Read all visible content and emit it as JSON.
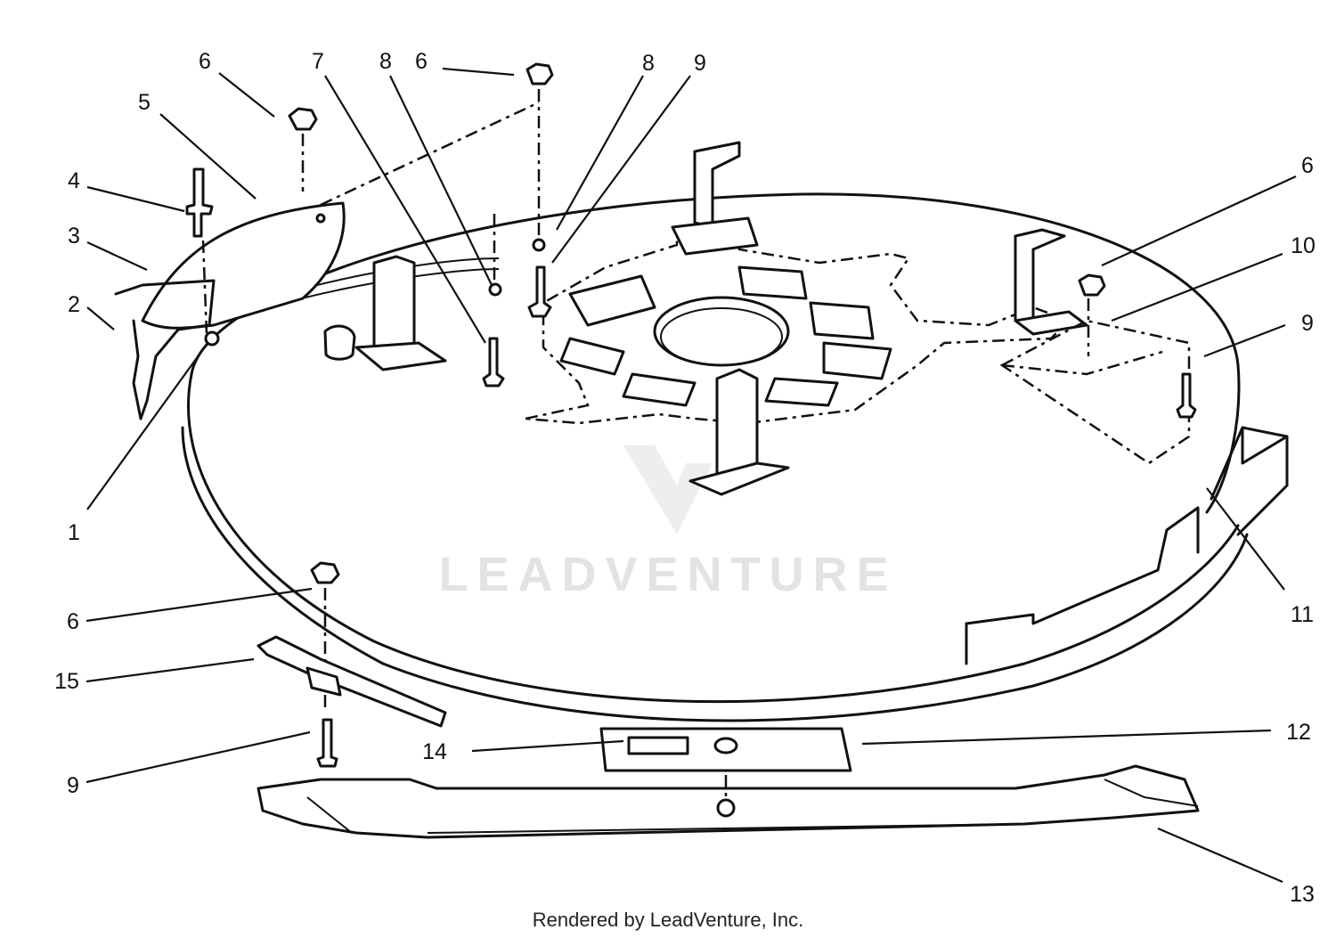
{
  "diagram": {
    "labels": {
      "l1": "1",
      "l2": "2",
      "l3": "3",
      "l4": "4",
      "l5": "5",
      "l6a": "6",
      "l7": "7",
      "l8a": "8",
      "l6b": "6",
      "l8b": "8",
      "l9a": "9",
      "l6c": "6",
      "l10": "10",
      "l9b": "9",
      "l11": "11",
      "l6d": "6",
      "l15": "15",
      "l9c": "9",
      "l14": "14",
      "l12": "12",
      "l13": "13"
    },
    "watermark": "LEADVENTURE",
    "footer": "Rendered by LeadVenture, Inc.",
    "colors": {
      "ink": "#111111",
      "watermark": "#e3e3e3",
      "background": "#ffffff"
    }
  }
}
